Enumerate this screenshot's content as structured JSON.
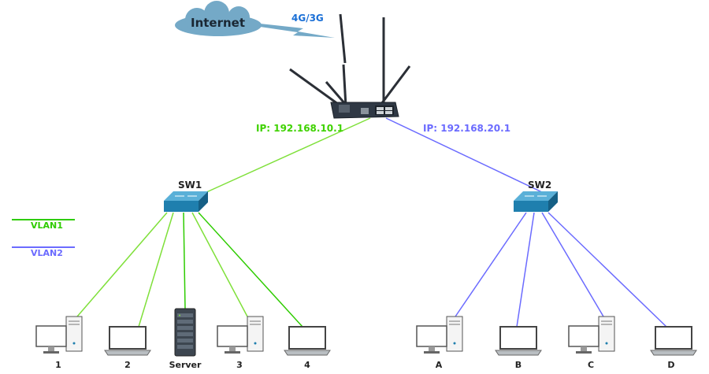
{
  "internet": {
    "label": "Internet",
    "cellular_label": "4G/3G"
  },
  "router": {
    "ip_left": "IP: 192.168.10.1",
    "ip_right": "IP: 192.168.20.1"
  },
  "switches": {
    "sw1": "SW1",
    "sw2": "SW2"
  },
  "legend": {
    "vlan1": "VLAN1",
    "vlan2": "VLAN2"
  },
  "colors": {
    "vlan1": "#7fe03a",
    "vlan2": "#6b6bff",
    "cloud": "#74a9c7",
    "switch": "#1f7fae"
  },
  "vlan1_devices": [
    {
      "type": "desktop-pc",
      "label": "1"
    },
    {
      "type": "laptop",
      "label": "2"
    },
    {
      "type": "server",
      "label": "Server"
    },
    {
      "type": "desktop-pc",
      "label": "3"
    },
    {
      "type": "laptop",
      "label": "4"
    }
  ],
  "vlan2_devices": [
    {
      "type": "desktop-pc",
      "label": "A"
    },
    {
      "type": "laptop",
      "label": "B"
    },
    {
      "type": "desktop-pc",
      "label": "C"
    },
    {
      "type": "laptop",
      "label": "D"
    }
  ]
}
